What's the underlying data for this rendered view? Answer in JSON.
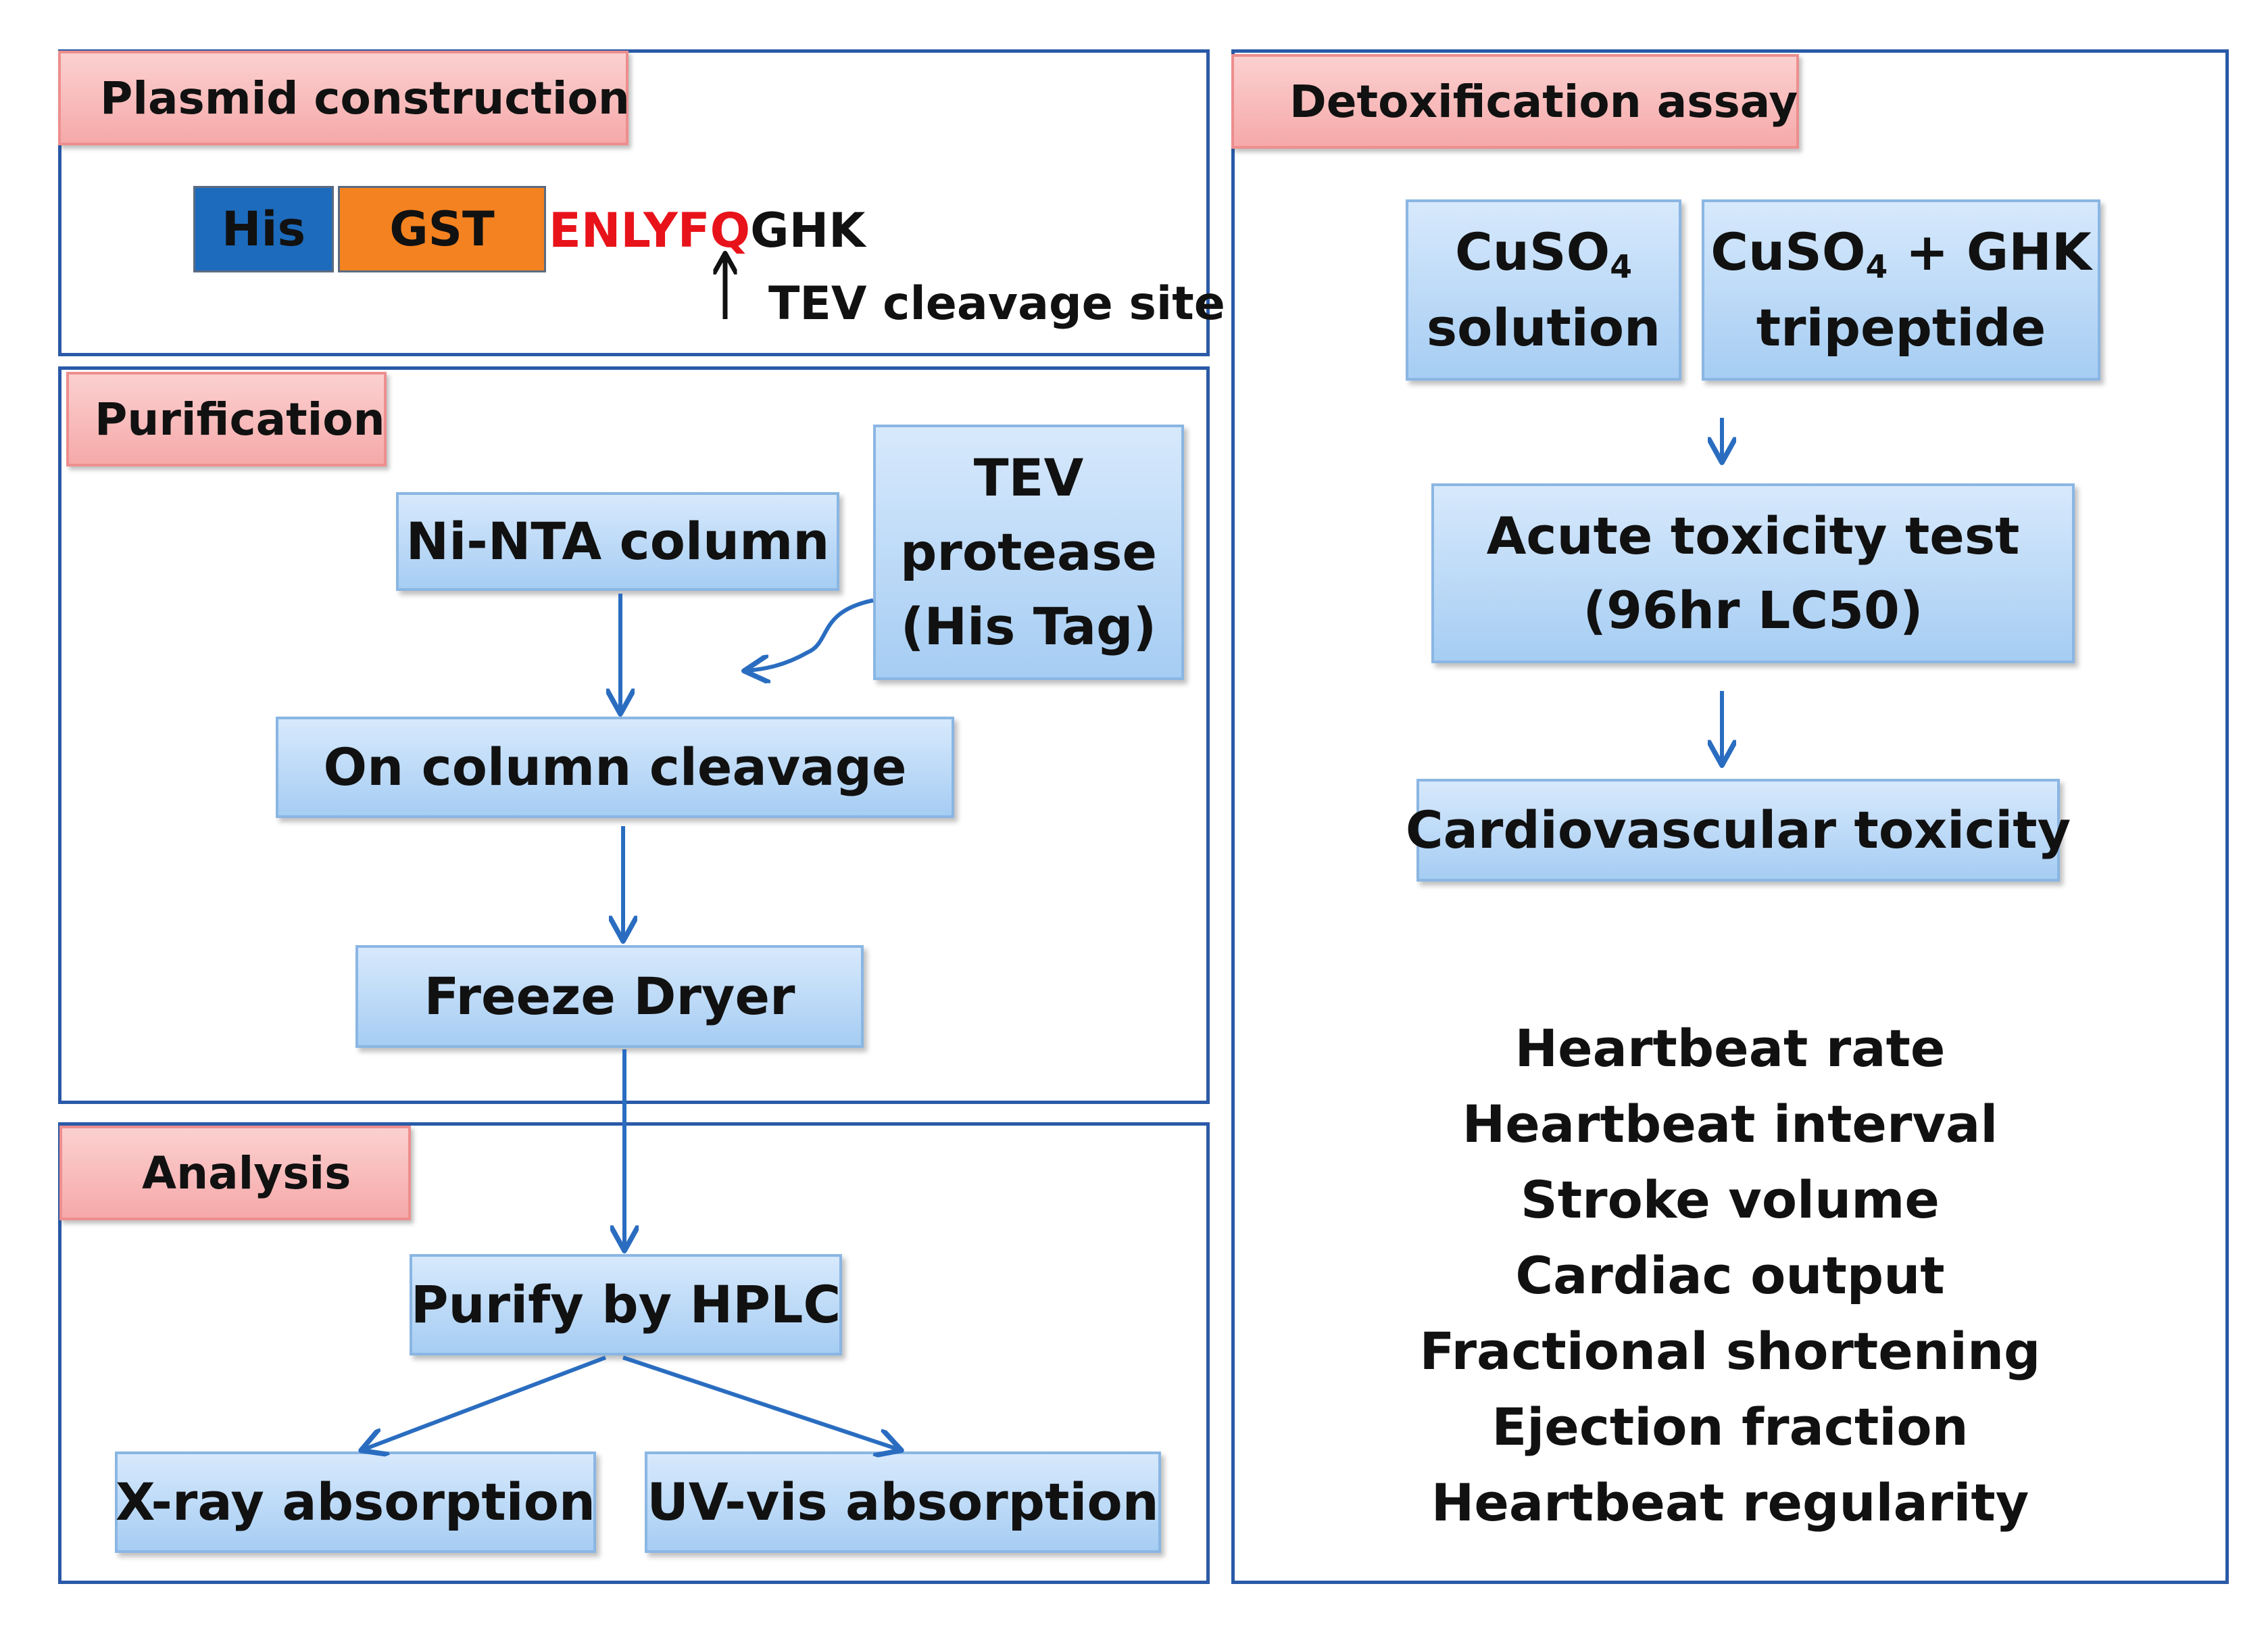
{
  "plasmid": {
    "title": "Plasmid construction",
    "his": "His",
    "gst": "GST",
    "seq_red": "ENLYFQ",
    "seq_black": "GHK",
    "cleavage_label": "TEV cleavage site"
  },
  "purification": {
    "title": "Purification",
    "ni_nta": "Ni-NTA column",
    "tev_protease": [
      "TEV",
      "protease",
      "(His Tag)"
    ],
    "on_column": "On column cleavage",
    "freeze_dryer": "Freeze Dryer"
  },
  "analysis": {
    "title": "Analysis",
    "hplc": "Purify by HPLC",
    "xray": "X-ray absorption",
    "uvvis": "UV-vis absorption"
  },
  "detox": {
    "title": "Detoxification assay",
    "cuso4_formula": "CuSO",
    "cuso4_subscript": "4",
    "cuso4_line2": "solution",
    "ghk_suffix": " + GHK",
    "ghk_line2": "tripeptide",
    "acute_line1": "Acute toxicity test",
    "acute_line2": "(96hr LC50)",
    "cardio": "Cardiovascular toxicity",
    "metrics": [
      "Heartbeat rate",
      "Heartbeat interval",
      "Stroke volume",
      "Cardiac output",
      "Fractional shortening",
      "Ejection fraction",
      "Heartbeat regularity"
    ]
  },
  "colors": {
    "panel_border": "#2a5aa8",
    "arrow": "#2a6dc0",
    "his_segment": "#1d6bbd",
    "gst_segment": "#f58220",
    "tev_site_red": "#e8131a",
    "tag_fill": "#f6a9a9",
    "box_fill": "#a6cdf3"
  }
}
